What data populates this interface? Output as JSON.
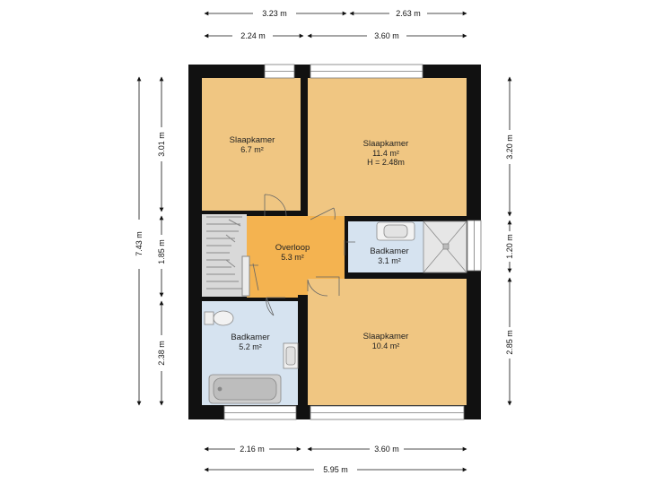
{
  "colors": {
    "bedroom": "#f0c682",
    "landing": "#f4b350",
    "bathroom": "#d6e3f0",
    "stairs": "#d9d9d9",
    "wall": "#111111"
  },
  "rooms": {
    "bedroom_top_left": {
      "name": "Slaapkamer",
      "area": "6.7 m²"
    },
    "bedroom_top_right": {
      "name": "Slaapkamer",
      "area": "11.4 m²",
      "height": "H = 2.48m"
    },
    "landing": {
      "name": "Overloop",
      "area": "5.3 m²"
    },
    "bathroom_small": {
      "name": "Badkamer",
      "area": "3.1 m²"
    },
    "bathroom_large": {
      "name": "Badkamer",
      "area": "5.2 m²"
    },
    "bedroom_bottom": {
      "name": "Slaapkamer",
      "area": "10.4 m²"
    }
  },
  "dimensions": {
    "top_row1": [
      "3.23 m",
      "2.63 m"
    ],
    "top_row2": [
      "2.24 m",
      "3.60 m"
    ],
    "bottom_row1": [
      "2.16 m",
      "3.60 m"
    ],
    "bottom_total": "5.95 m",
    "left_total": "7.43 m",
    "left_segments": [
      "3.01 m",
      "1.85 m",
      "2.38 m"
    ],
    "right_segments": [
      "3.20 m",
      "1.20 m",
      "2.85 m"
    ]
  }
}
